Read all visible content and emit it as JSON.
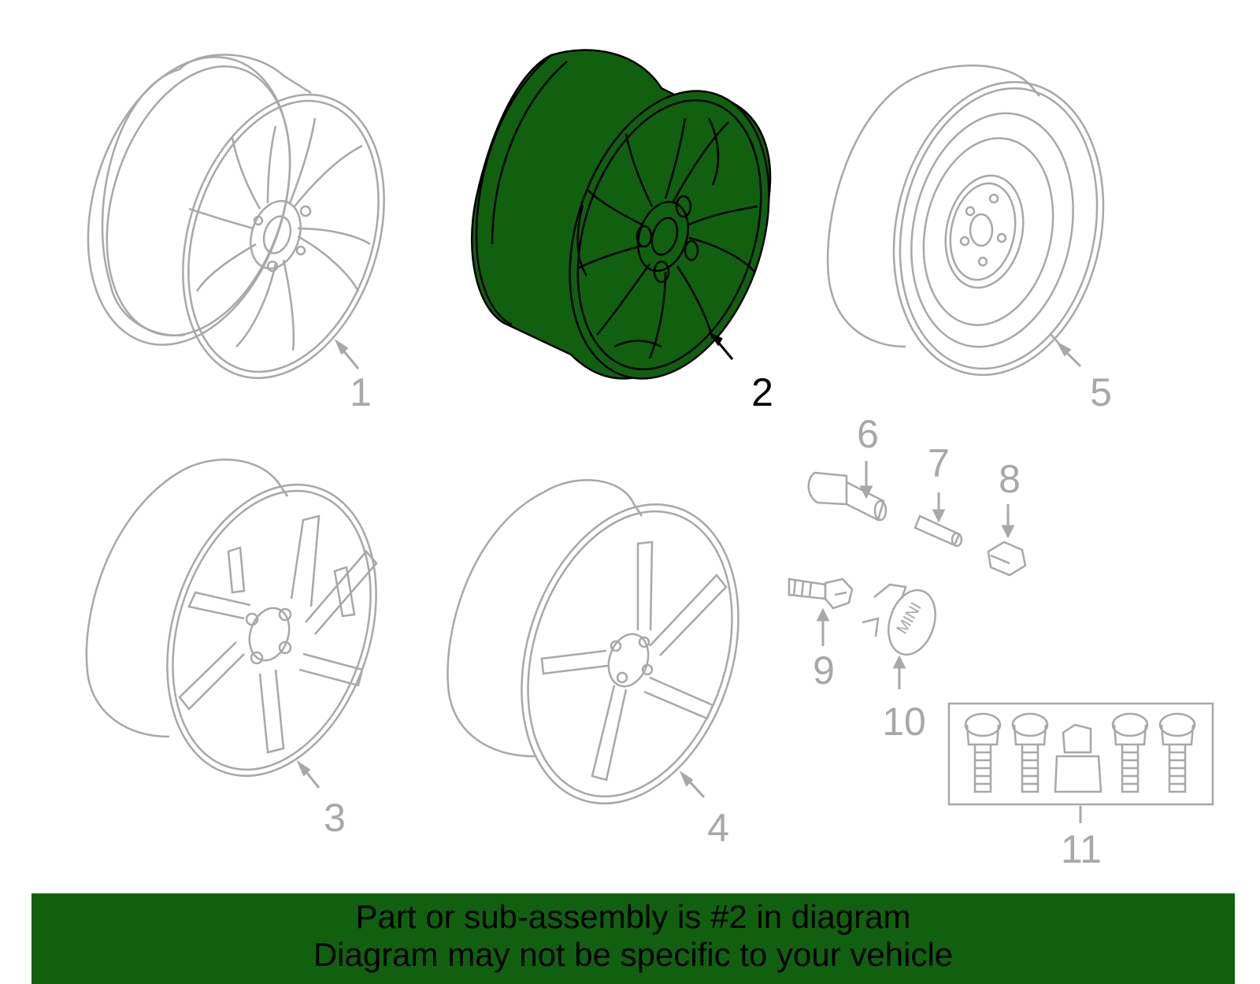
{
  "colors": {
    "highlight": "#116010",
    "line": "#a8a8a8",
    "banner": "#116010"
  },
  "parts": [
    {
      "number": "1",
      "icon": "alloy-wheel-twin-spoke-icon",
      "highlighted": false
    },
    {
      "number": "2",
      "icon": "alloy-wheel-multi-spoke-icon",
      "highlighted": true
    },
    {
      "number": "3",
      "icon": "alloy-wheel-six-spoke-icon",
      "highlighted": false
    },
    {
      "number": "4",
      "icon": "alloy-wheel-five-spoke-icon",
      "highlighted": false
    },
    {
      "number": "5",
      "icon": "steel-spare-wheel-icon",
      "highlighted": false
    },
    {
      "number": "6",
      "icon": "valve-stem-icon",
      "highlighted": false
    },
    {
      "number": "7",
      "icon": "pin-icon",
      "highlighted": false
    },
    {
      "number": "8",
      "icon": "hex-nut-icon",
      "highlighted": false
    },
    {
      "number": "9",
      "icon": "wheel-bolt-icon",
      "highlighted": false
    },
    {
      "number": "10",
      "icon": "center-cap-icon",
      "highlighted": false
    },
    {
      "number": "11",
      "icon": "locking-bolt-kit-icon",
      "highlighted": false
    }
  ],
  "banner": {
    "line1": "Part or sub-assembly is #2 in diagram",
    "line2": "Diagram may not be specific to your vehicle"
  }
}
